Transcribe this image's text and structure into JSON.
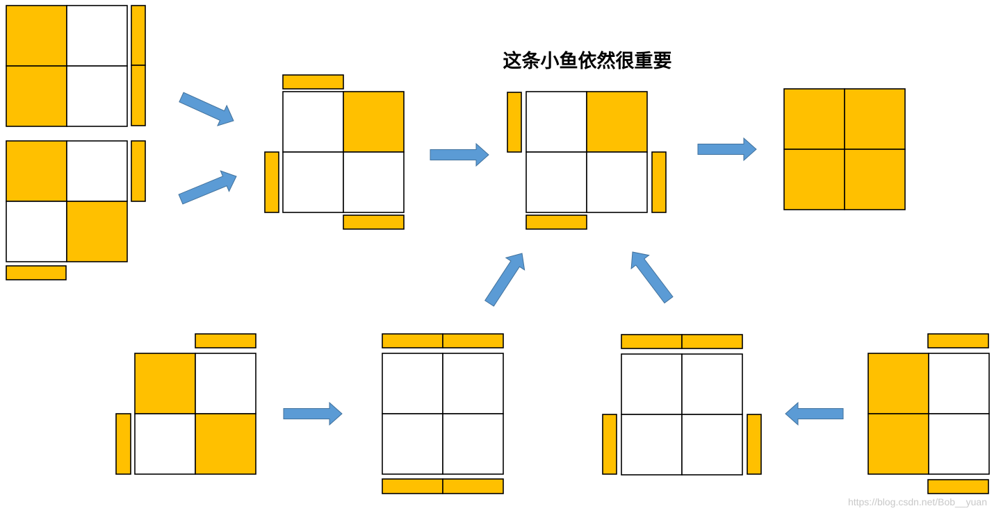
{
  "title": "这条小鱼依然很重要",
  "watermark": "https://blog.csdn.net/Bob__yuan",
  "colors": {
    "fill": "#FFC000",
    "empty": "#FFFFFF",
    "stroke": "#000000",
    "arrow": "#5B9BD5",
    "arrow_stroke": "#41719C"
  },
  "grids": [
    {
      "id": "grid-top-left-1",
      "cells": [
        1,
        0,
        1,
        0
      ]
    },
    {
      "id": "grid-top-left-2",
      "cells": [
        1,
        0,
        0,
        1
      ]
    },
    {
      "id": "grid-merge-1",
      "cells": [
        0,
        1,
        0,
        0
      ]
    },
    {
      "id": "grid-merge-2",
      "cells": [
        0,
        1,
        0,
        0
      ]
    },
    {
      "id": "grid-result",
      "cells": [
        1,
        1,
        1,
        1
      ]
    },
    {
      "id": "grid-bottom-1",
      "cells": [
        1,
        0,
        0,
        1
      ]
    },
    {
      "id": "grid-bottom-2",
      "cells": [
        0,
        0,
        0,
        0
      ]
    },
    {
      "id": "grid-bottom-3",
      "cells": [
        0,
        0,
        0,
        0
      ]
    },
    {
      "id": "grid-bottom-4",
      "cells": [
        1,
        0,
        1,
        0
      ]
    }
  ]
}
